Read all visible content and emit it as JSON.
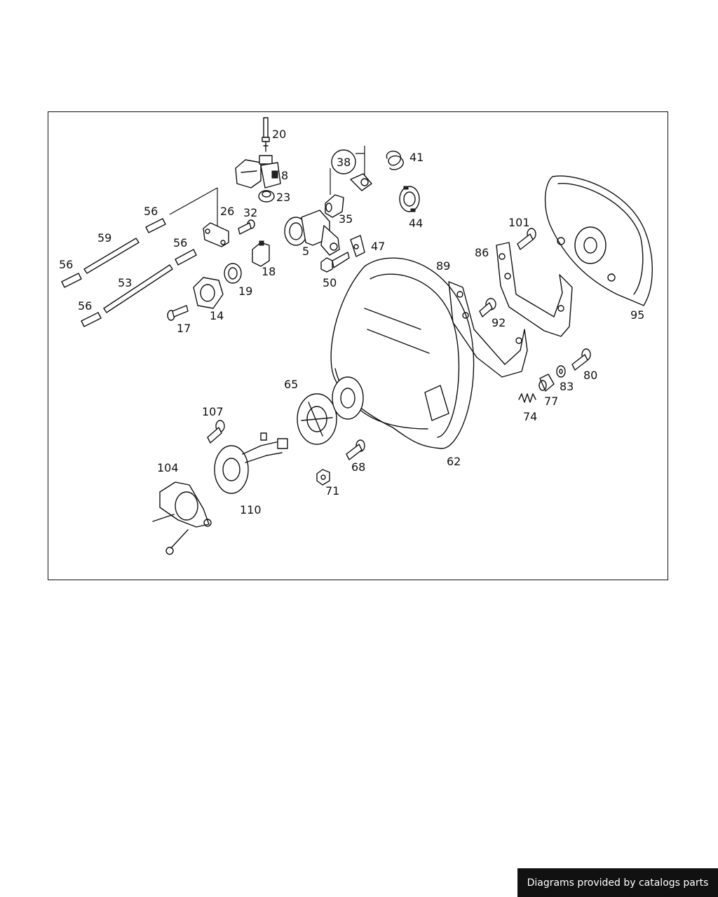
{
  "diagram": {
    "callouts": {
      "p20": "20",
      "p8": "8",
      "p23": "23",
      "p38": "38",
      "p41": "41",
      "p56a": "56",
      "p26": "26",
      "p32": "32",
      "p35": "35",
      "p44": "44",
      "p101": "101",
      "p59": "59",
      "p56b": "56",
      "p5": "5",
      "p47": "47",
      "p86": "86",
      "p56c": "56",
      "p18": "18",
      "p89": "89",
      "p53": "53",
      "p19": "19",
      "p50": "50",
      "p95": "95",
      "p56d": "56",
      "p14": "14",
      "p92": "92",
      "p17": "17",
      "p80": "80",
      "p83": "83",
      "p65": "65",
      "p77": "77",
      "p74": "74",
      "p107": "107",
      "p68": "68",
      "p62": "62",
      "p104": "104",
      "p71": "71",
      "p110": "110"
    }
  },
  "footer": {
    "credit": "Diagrams provided by catalogs parts",
    "background": "#111111",
    "text_color": "#ffffff"
  }
}
